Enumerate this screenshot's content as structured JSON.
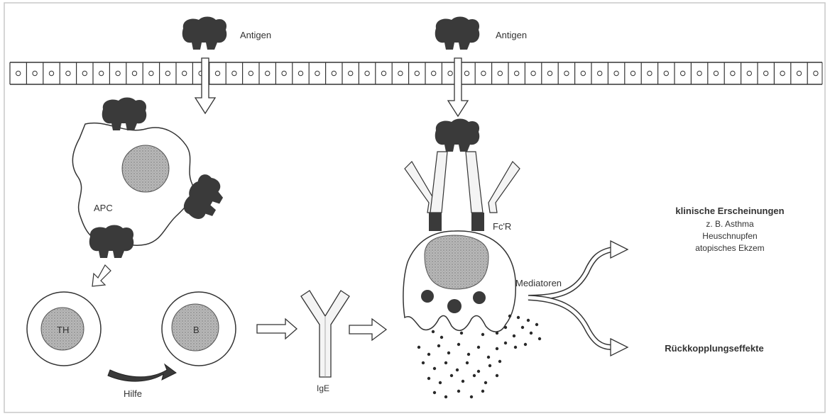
{
  "labels": {
    "antigen_left": "Antigen",
    "antigen_right": "Antigen",
    "apc": "APC",
    "th": "TH",
    "b": "B",
    "help": "Hilfe",
    "ige": "IgE",
    "fc_receptor": "Fc'R",
    "mediators": "Mediatoren"
  },
  "outcomes": {
    "clinical_title": "klinische Erscheinungen",
    "clinical_examples": [
      "z. B. Asthma",
      "Heuschnupfen",
      "atopisches Ekzem"
    ],
    "feedback": "Rückkopplungseffekte"
  }
}
